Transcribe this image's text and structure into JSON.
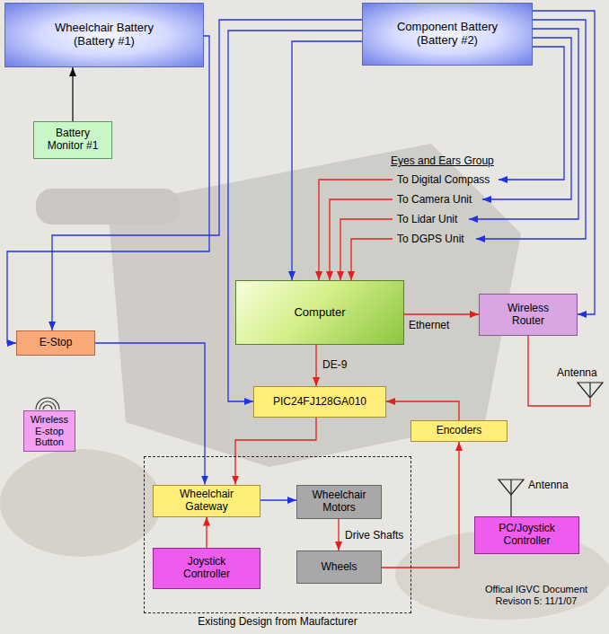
{
  "diagram": {
    "nodes": [
      {
        "text": [
          "Wheelchair Battery (Battery #1)"
        ]
      },
      {
        "text": [
          "Component Battery (Battery #2)"
        ]
      },
      {
        "text": [
          "Battery Monitor #1"
        ]
      },
      {
        "text": [
          "Computer"
        ]
      },
      {
        "text": [
          "Wireless Router"
        ]
      },
      {
        "text": [
          "E-Stop"
        ]
      },
      {
        "text": [
          "Wireless E-stop Button"
        ]
      },
      {
        "text": [
          "PIC24FJ128GA010"
        ]
      },
      {
        "text": [
          "Encoders"
        ]
      },
      {
        "text": [
          "Existing Design from Maufacturer"
        ]
      },
      {
        "text": [
          "Wheelchair Gateway"
        ],
        "in": 9
      },
      {
        "text": [
          "Wheelchair Motors"
        ],
        "in": 9
      },
      {
        "text": [
          "Joystick Controller"
        ],
        "in": 9
      },
      {
        "text": [
          "Wheels"
        ],
        "in": 9
      },
      {
        "text": [
          "PC/Joystick Controller"
        ]
      }
    ],
    "edges": [
      {
        "from": 2,
        "to": 0,
        "arrow": "to"
      },
      {
        "from": 0,
        "to": 5,
        "arrow": "to"
      },
      {
        "from": 1,
        "to": 5,
        "arrow": "to"
      },
      {
        "from": 1,
        "to": 3,
        "arrow": "to"
      },
      {
        "from": 1,
        "to": 7,
        "arrow": "to"
      },
      {
        "from": 1,
        "to": 4,
        "arrow": "to"
      },
      {
        "from": 3,
        "to": 4,
        "label": "Ethernet",
        "arrow": "to"
      },
      {
        "from": 3,
        "to": 7,
        "label": "DE-9",
        "arrow": "to"
      },
      {
        "from": 8,
        "to": 7,
        "arrow": "to"
      },
      {
        "from": 7,
        "to": 10,
        "arrow": "to"
      },
      {
        "from": 5,
        "to": 10,
        "arrow": "to"
      },
      {
        "from": 12,
        "to": 10,
        "arrow": "to"
      },
      {
        "from": 10,
        "to": 11,
        "arrow": "to"
      },
      {
        "from": 11,
        "to": 13,
        "label": "Drive Shafts",
        "arrow": "to"
      },
      {
        "from": 13,
        "to": 8,
        "arrow": "to"
      }
    ],
    "labels": [
      "Eyes and Ears Group",
      "To Digital Compass",
      "To Camera Unit",
      "To Lidar Unit",
      "To DGPS Unit",
      "Antenna",
      "Antenna",
      "Offical IGVC Document Revison 5: 11/1/07"
    ]
  }
}
